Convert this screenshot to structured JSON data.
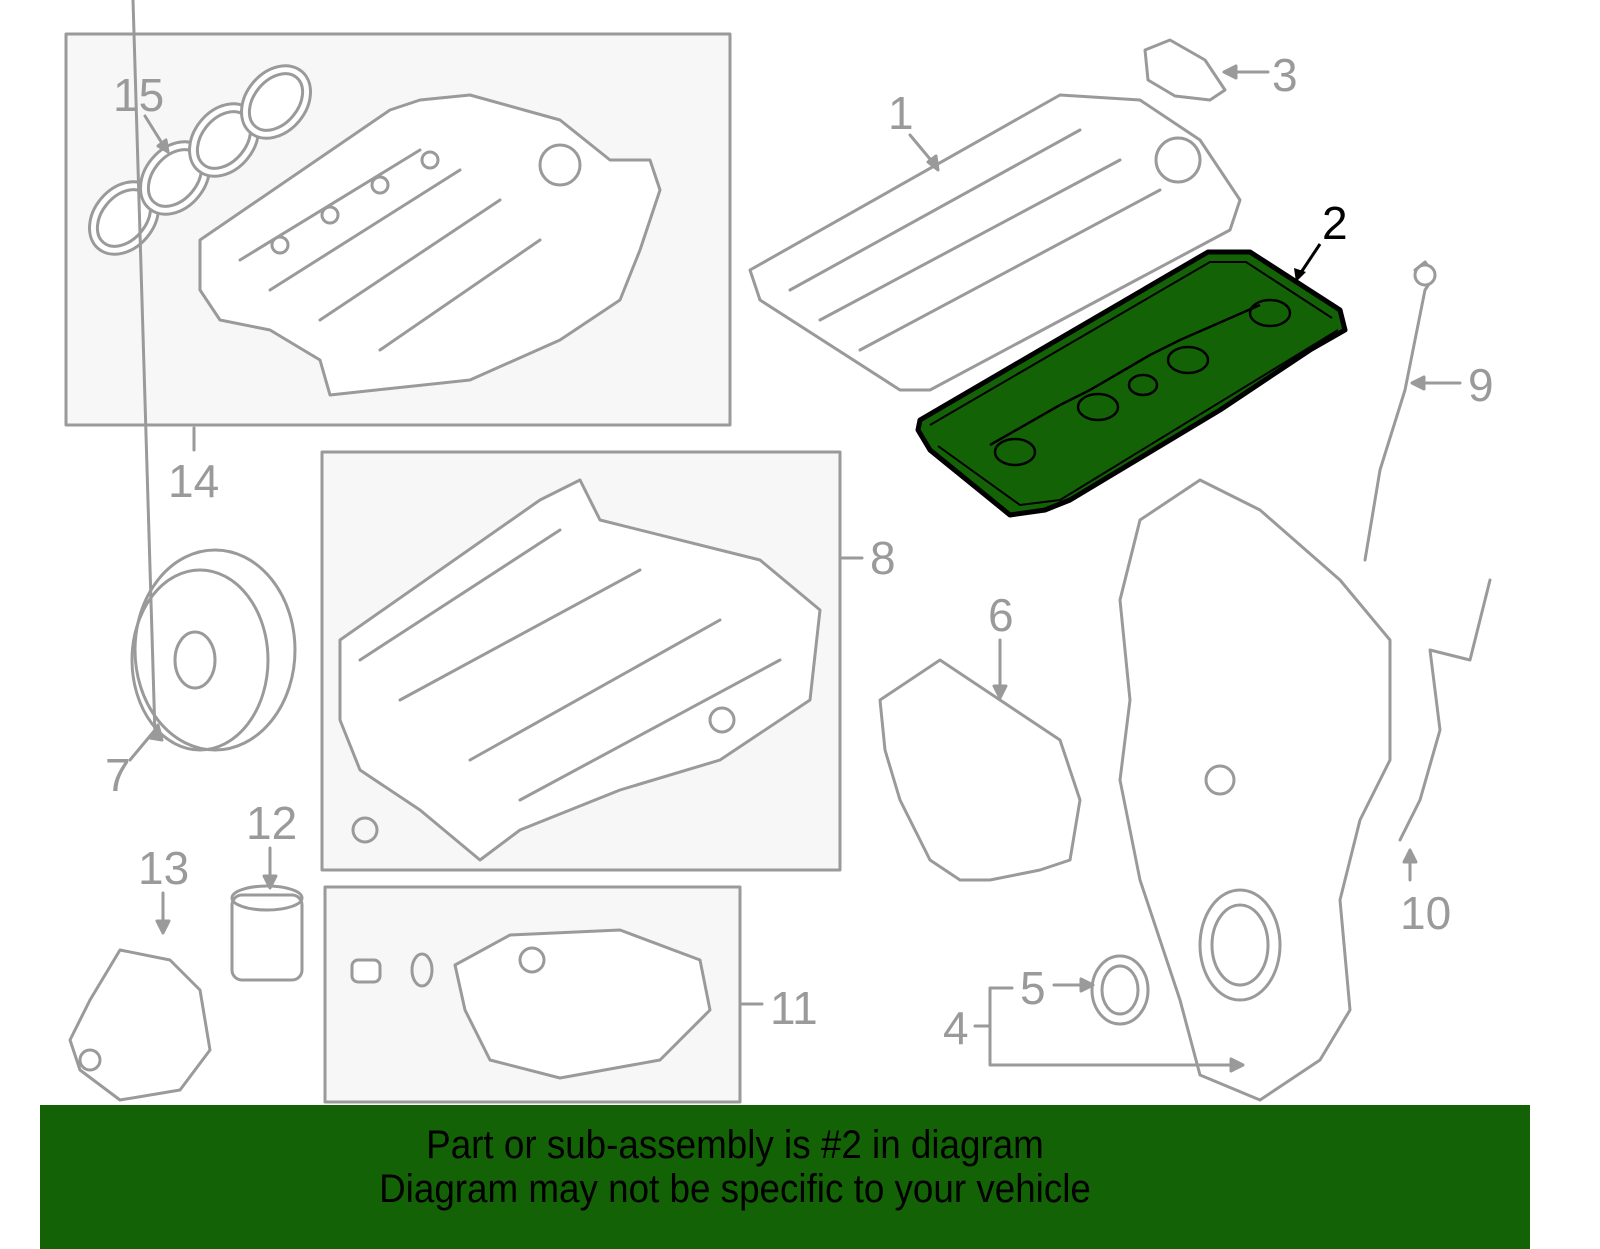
{
  "diagram": {
    "highlighted_part": "2",
    "highlight_color": "#136306",
    "line_color": "#9a9a9a",
    "box_fill": "#f7f7f7",
    "callouts": [
      {
        "id": "1",
        "label": "1",
        "part": "valve-cover"
      },
      {
        "id": "2",
        "label": "2",
        "part": "valve-cover-gasket"
      },
      {
        "id": "3",
        "label": "3",
        "part": "oil-filler-cap"
      },
      {
        "id": "4",
        "label": "4",
        "part": "timing-cover-assembly"
      },
      {
        "id": "5",
        "label": "5",
        "part": "front-crankshaft-seal"
      },
      {
        "id": "6",
        "label": "6",
        "part": "water-pump-cover"
      },
      {
        "id": "7",
        "label": "7",
        "part": "pulley"
      },
      {
        "id": "8",
        "label": "8",
        "part": "upper-oil-pan"
      },
      {
        "id": "9",
        "label": "9",
        "part": "dipstick"
      },
      {
        "id": "10",
        "label": "10",
        "part": "dipstick-tube"
      },
      {
        "id": "11",
        "label": "11",
        "part": "lower-oil-pan"
      },
      {
        "id": "12",
        "label": "12",
        "part": "oil-filter"
      },
      {
        "id": "13",
        "label": "13",
        "part": "oil-pump"
      },
      {
        "id": "14",
        "label": "14",
        "part": "intake-manifold"
      },
      {
        "id": "15",
        "label": "15",
        "part": "intake-manifold-gasket"
      }
    ]
  },
  "banner": {
    "line1": "Part or sub-assembly is #2 in diagram",
    "line2": "Diagram may not be specific to your vehicle",
    "background": "#136306"
  }
}
